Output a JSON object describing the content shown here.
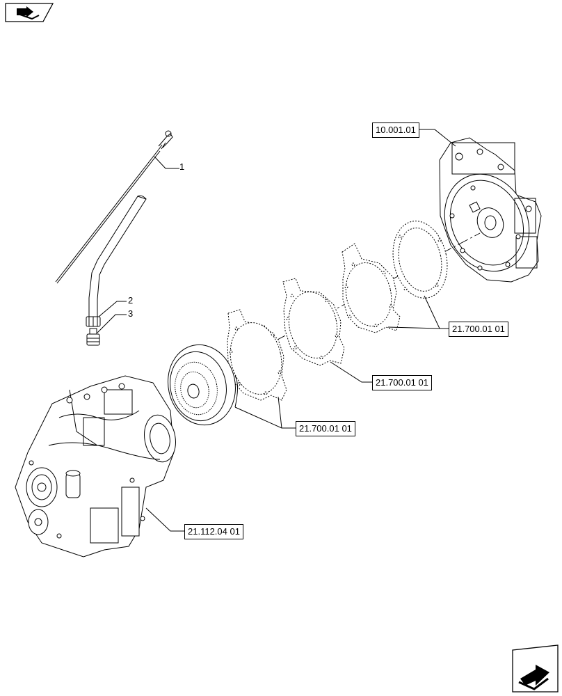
{
  "nav": {
    "top_icon": "back-arrow-icon",
    "bottom_icon": "forward-arrow-icon"
  },
  "callouts": {
    "item1": "1",
    "item2": "2",
    "item3": "3"
  },
  "references": {
    "engine": "10.001.01",
    "plates_right": "21.700.01 01",
    "plates_middle": "21.700.01 01",
    "converter": "21.700.01 01",
    "transmission": "21.112.04 01"
  }
}
